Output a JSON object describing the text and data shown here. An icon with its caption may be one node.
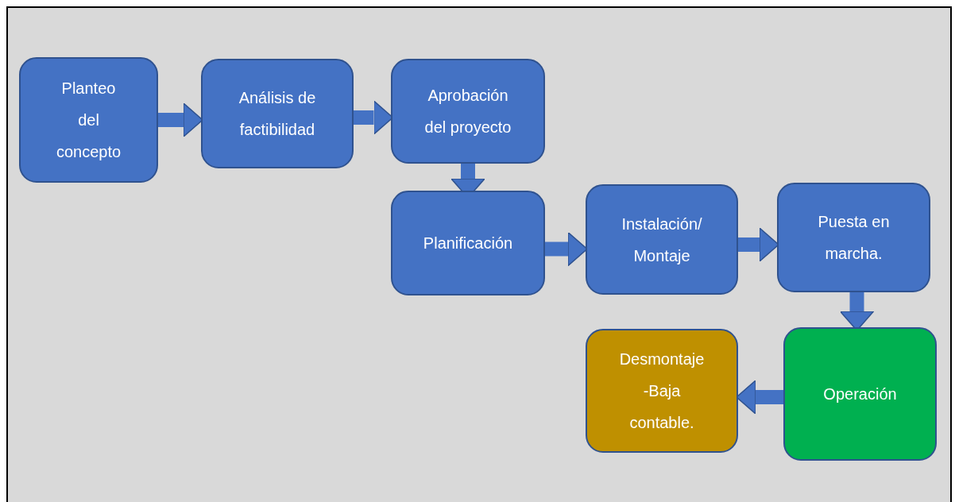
{
  "diagram": {
    "nodes": [
      {
        "text": [
          "Planteo del concepto"
        ]
      },
      {
        "text": [
          "Análisis de factibilidad"
        ]
      },
      {
        "text": [
          "Aprobación del proyecto"
        ]
      },
      {
        "text": [
          "Planificación"
        ]
      },
      {
        "text": [
          "Instalación/ Montaje"
        ]
      },
      {
        "text": [
          "Puesta en marcha."
        ]
      },
      {
        "text": [
          "Operación"
        ]
      },
      {
        "text": [
          "Desmontaje -Baja contable."
        ]
      }
    ],
    "edges": [
      {
        "from": 0,
        "to": 1,
        "arrow": "to"
      },
      {
        "from": 1,
        "to": 2,
        "arrow": "to"
      },
      {
        "from": 2,
        "to": 3,
        "arrow": "to"
      },
      {
        "from": 3,
        "to": 4,
        "arrow": "to"
      },
      {
        "from": 4,
        "to": 5,
        "arrow": "to"
      },
      {
        "from": 5,
        "to": 6,
        "arrow": "to"
      },
      {
        "from": 6,
        "to": 7,
        "arrow": "to"
      }
    ]
  }
}
